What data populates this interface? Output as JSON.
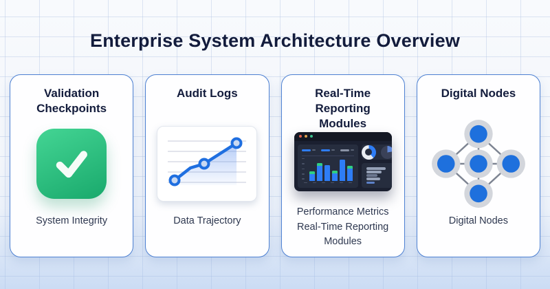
{
  "page_title": "Enterprise System Architecture Overview",
  "colors": {
    "accent-blue": "#2273e2",
    "card-border": "#4d80d2",
    "heading": "#131c3c",
    "caption": "#2e3850",
    "check-green-1": "#44d594",
    "check-green-2": "#19a96c",
    "node-fill": "#1e70dd",
    "node-ring": "#d3d6dc",
    "edge-gray": "#7d8492",
    "dash-bg": "#1b2030",
    "dash-titlebar": "#141824",
    "dash-panel": "#262d3e",
    "bar-blue": "#2e7df6",
    "bar-green": "#2fcf82"
  },
  "cards": [
    {
      "title": "Validation Checkpoints",
      "icon": "check-badge-icon",
      "caption": "System Integrity"
    },
    {
      "title": "Audit Logs",
      "icon": "line-chart-icon",
      "caption": "Data Trajectory"
    },
    {
      "title": "Real-Time Reporting Modules",
      "icon": "analytics-dashboard-icon",
      "caption": "Performance Metrics Real-Time Reporting Modules"
    },
    {
      "title": "Digital Nodes",
      "icon": "network-nodes-icon",
      "caption": "Digital Nodes"
    }
  ],
  "dashboard_icon": {
    "traffic_light_colors": [
      "#e0604c",
      "#dfa04b",
      "#3cc08d"
    ],
    "legend_pill_colors": [
      "#2e7df6",
      "#2e7df6",
      "#8a93a6"
    ],
    "bar_chart": {
      "heights_pct": [
        40,
        75,
        66,
        45,
        92,
        64
      ],
      "green_cap": [
        true,
        true,
        false,
        true,
        false,
        true
      ]
    },
    "stat_rows": [
      {
        "width_pct": 85,
        "color": "#97a2b8"
      },
      {
        "width_pct": 68,
        "color": "#97a2b8"
      },
      {
        "width_pct": 50,
        "color": "#6d7890"
      },
      {
        "width_pct": 62,
        "color": "#97a2b8"
      },
      {
        "width_pct": 36,
        "color": "#5d82c9"
      }
    ]
  }
}
